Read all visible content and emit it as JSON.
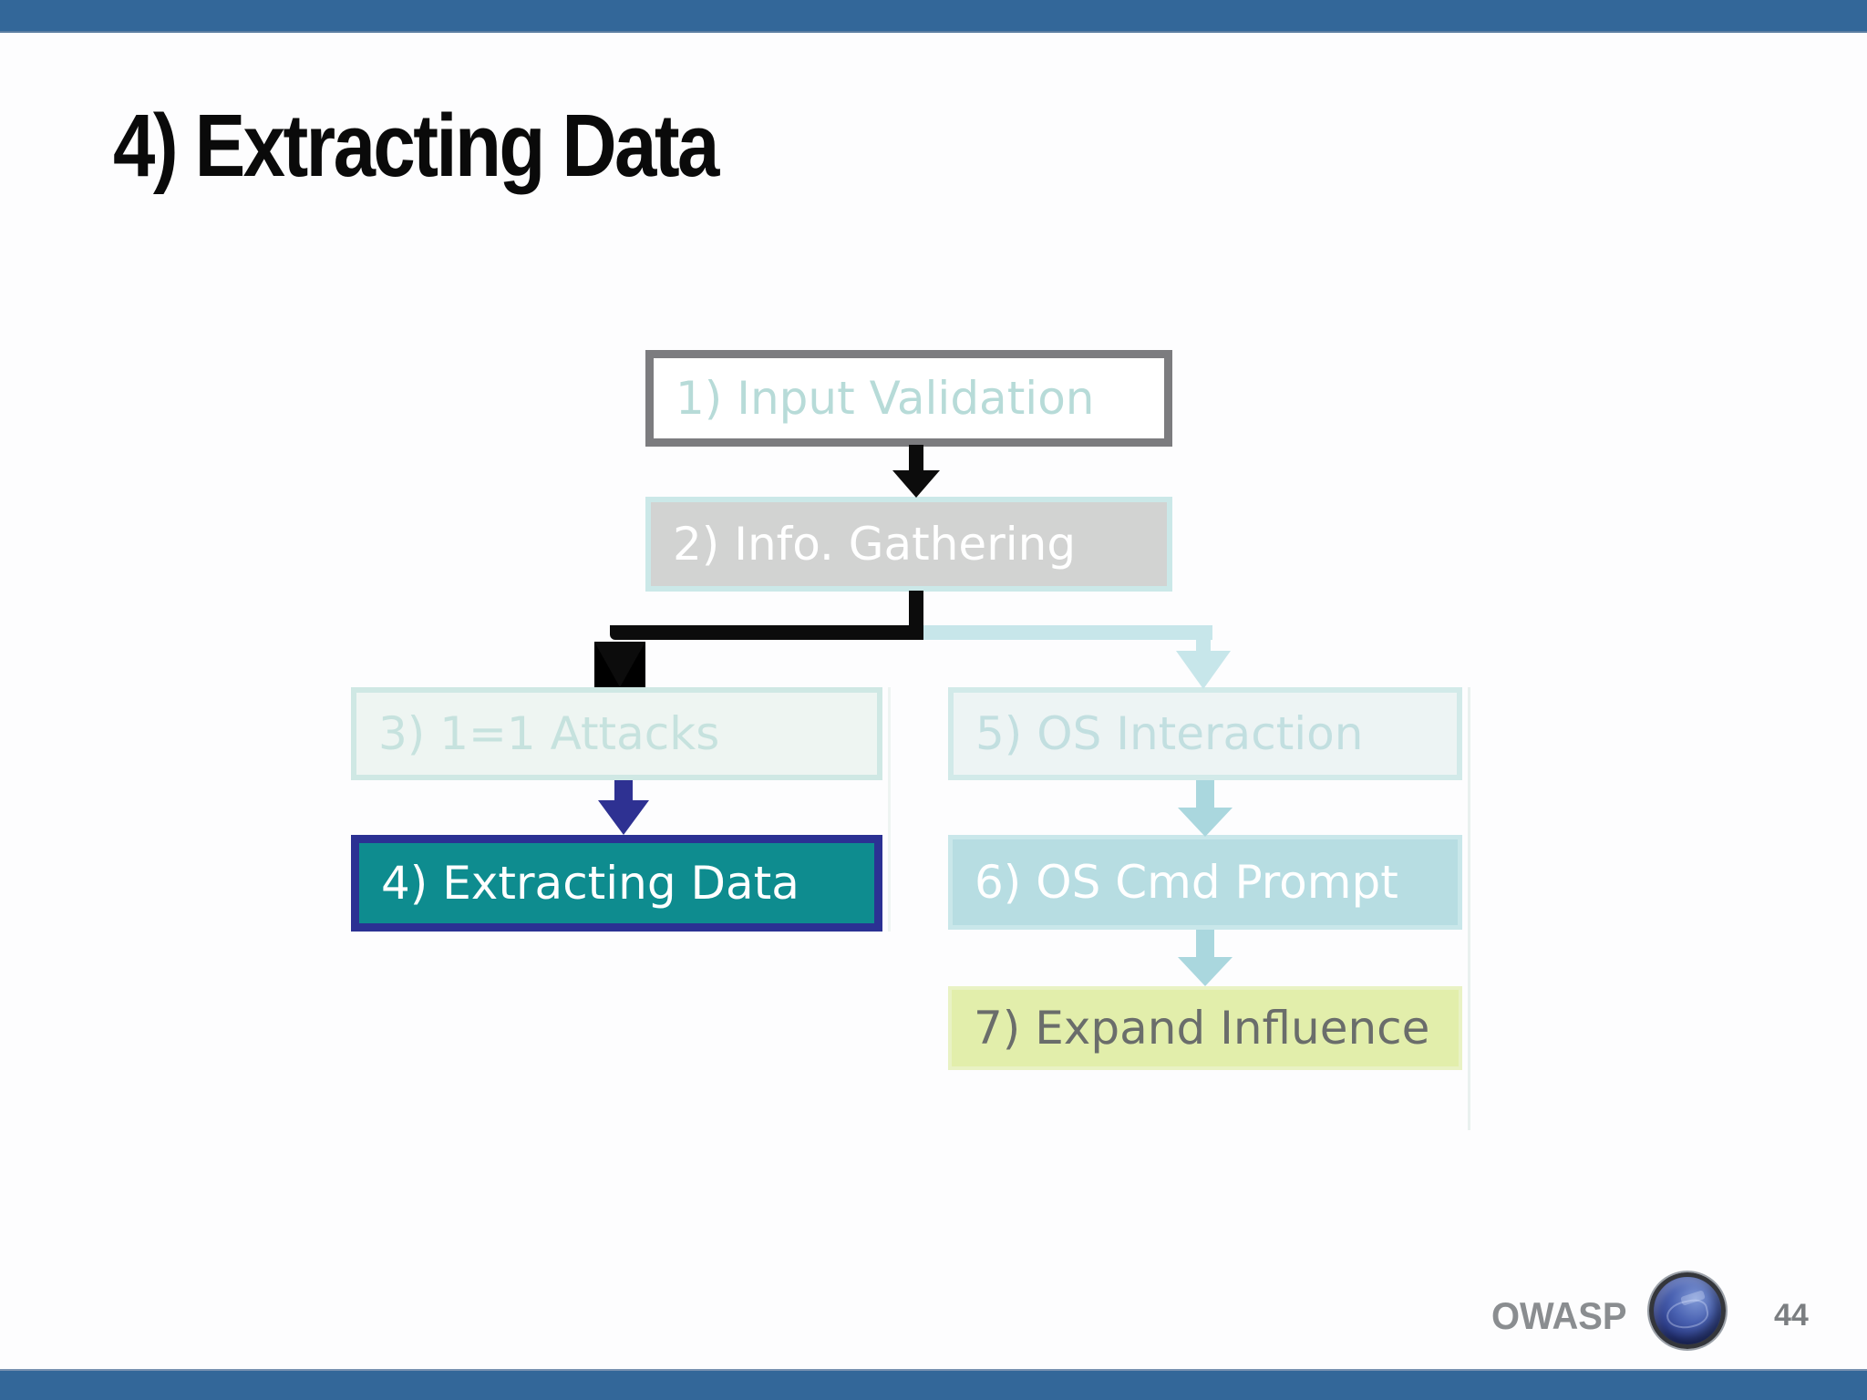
{
  "slide": {
    "title": "4) Extracting Data",
    "footer": {
      "brand": "OWASP",
      "logo": "globe-icon",
      "page_number": "44"
    },
    "colors": {
      "accent_bar": "#336799",
      "background": "#fdfdfe",
      "title_text": "#0a0a0a",
      "footer_text": "#8a8d90"
    }
  },
  "flowchart": {
    "nodes": [
      {
        "id": "input-validation",
        "label": "1) Input Validation",
        "state": "outlined-faded",
        "fill": "#ffffff",
        "border": "#7c7c7f",
        "text_color": "#b7dbd8"
      },
      {
        "id": "info-gathering",
        "label": "2) Info. Gathering",
        "state": "visited",
        "fill": "#d2d3d2",
        "border": "#cbe8e8",
        "text_color": "#ffffff"
      },
      {
        "id": "one-equals-one-attacks",
        "label": "3) 1=1 Attacks",
        "state": "faded",
        "fill": "#eef5f2",
        "border": "#cfe8e4",
        "text_color": "#c6e2de"
      },
      {
        "id": "extracting-data",
        "label": "4) Extracting Data",
        "state": "active",
        "fill": "#0e8c8f",
        "border": "#2b3193",
        "text_color": "#ffffff"
      },
      {
        "id": "os-interaction",
        "label": "5) OS Interaction",
        "state": "faded",
        "fill": "#edf4f4",
        "border": "#d2eae9",
        "text_color": "#c2dfe0"
      },
      {
        "id": "os-cmd-prompt",
        "label": "6) OS Cmd Prompt",
        "state": "alternate-path",
        "fill": "#b7dde2",
        "border": "#c9e7ea",
        "text_color": "#ffffff"
      },
      {
        "id": "expand-influence",
        "label": "7) Expand Influence",
        "state": "alternate-path",
        "fill": "#e2eeab",
        "border": "#e9f2c4",
        "text_color": "#6a6d6b"
      }
    ],
    "edges": [
      {
        "from": "input-validation",
        "to": "info-gathering",
        "style": "black-arrow"
      },
      {
        "from": "info-gathering",
        "to": "one-equals-one-attacks",
        "style": "black-elbow-arrow"
      },
      {
        "from": "info-gathering",
        "to": "os-interaction",
        "style": "faded-elbow-arrow"
      },
      {
        "from": "one-equals-one-attacks",
        "to": "extracting-data",
        "style": "navy-arrow"
      },
      {
        "from": "os-interaction",
        "to": "os-cmd-prompt",
        "style": "faded-arrow"
      },
      {
        "from": "os-cmd-prompt",
        "to": "expand-influence",
        "style": "faded-arrow"
      }
    ],
    "edge_colors": {
      "black": "#0c0c0c",
      "navy": "#2e3192",
      "faded": "#aad7de",
      "faded_elbow": "#c7e6ea"
    }
  }
}
